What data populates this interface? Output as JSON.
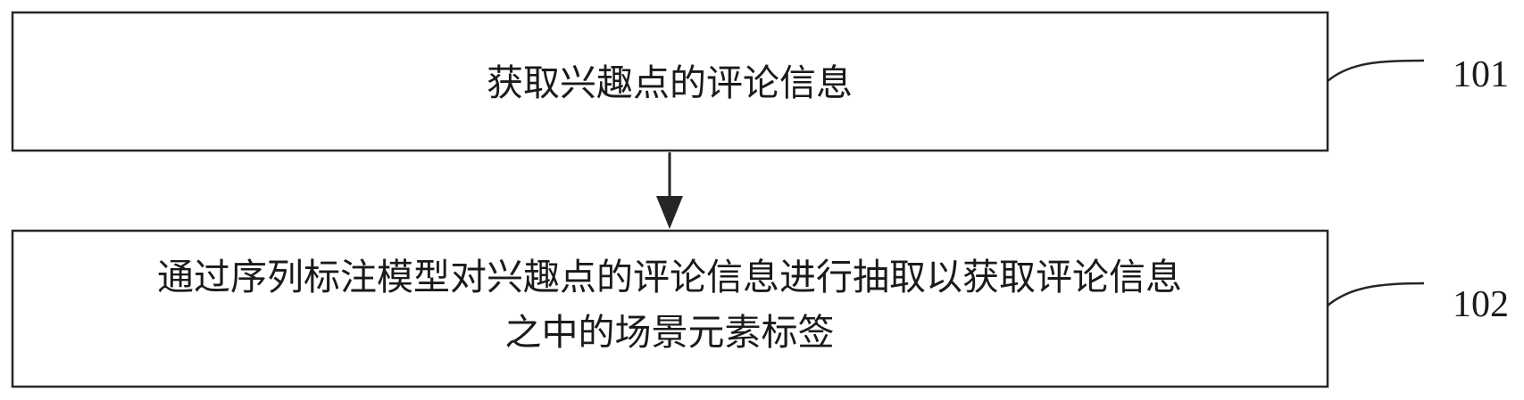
{
  "steps": [
    {
      "id": "101",
      "lines": [
        "获取兴趣点的评论信息"
      ]
    },
    {
      "id": "102",
      "lines": [
        "通过序列标注模型对兴趣点的评论信息进行抽取以获取评论信息",
        "之中的场景元素标签"
      ]
    }
  ]
}
